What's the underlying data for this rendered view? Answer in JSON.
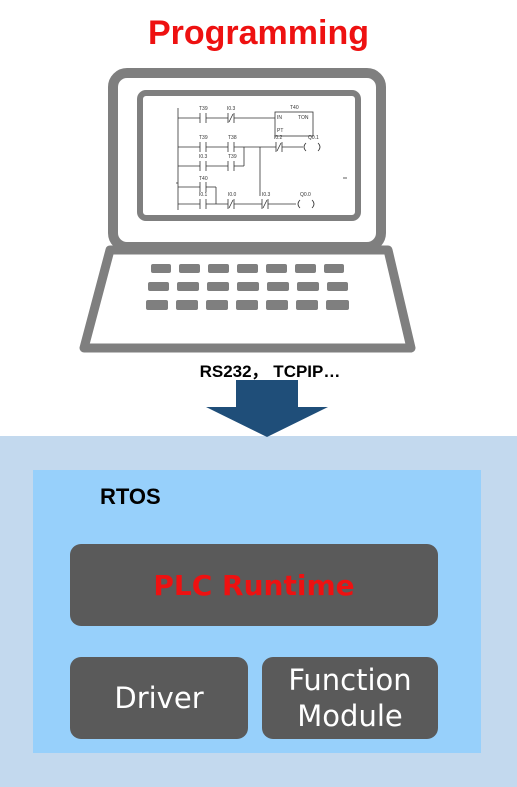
{
  "title": "Programming",
  "protocols": "RS232， TCPIP…",
  "rtos_label": "RTOS",
  "plc_runtime": "PLC Runtime",
  "driver": "Driver",
  "function_module": {
    "line1": "Function",
    "line2": "Module"
  },
  "ladder": {
    "r1": [
      "T39",
      "I0.3",
      "T40",
      "IN",
      "TON"
    ],
    "r2": [
      "T39",
      "T38",
      "I0.2",
      "Q0.1",
      "PT"
    ],
    "r3": [
      "I0.3",
      "T39"
    ],
    "r4": [
      "T40"
    ],
    "r5": [
      "I0.1",
      "I0.0",
      "I0.3",
      "Q0.0"
    ]
  },
  "colors": {
    "title": "#ee1111",
    "arrow": "#1f4e79",
    "outer_bg": "#c3d9ee",
    "rtos_bg": "#97d0fb",
    "box": "#5a5a5a",
    "plc_text": "#ee1111"
  }
}
